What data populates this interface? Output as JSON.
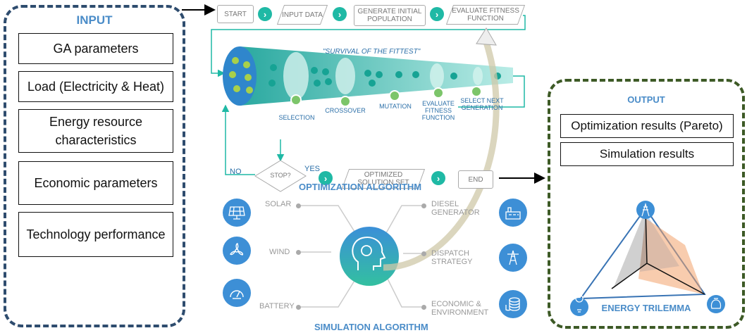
{
  "input": {
    "title": "INPUT",
    "items": [
      "GA parameters",
      "Load (Electricity & Heat)",
      "Energy resource characteristics",
      "Economic parameters",
      "Technology performance"
    ]
  },
  "output": {
    "title": "OUTPUT",
    "items": [
      "Optimization results (Pareto)",
      "Simulation results"
    ],
    "trilemma_label": "ENERGY TRILEMMA"
  },
  "flow": {
    "start": "START",
    "input_data": "INPUT DATA",
    "generate": "GENERATE INITIAL POPULATION",
    "evaluate": "EVALUATE FITNESS FUNCTION",
    "survival": "\"SURVIVAL OF THE FITTEST\"",
    "stages": [
      "SELECTION",
      "CROSSOVER",
      "MUTATION",
      "EVALUATE FITNESS FUNCTION",
      "SELECT NEXT GENERATION"
    ],
    "no": "NO",
    "yes": "YES",
    "stop": "STOP?",
    "optimized": "OPTIMIZED SOLUTION SET",
    "end": "END"
  },
  "optimization_title": "OPTIMIZATION ALGORITHM",
  "simulation": {
    "title": "SIMULATION ALGORITHM",
    "left": [
      "SOLAR",
      "WIND",
      "BATTERY"
    ],
    "right": [
      "DIESEL GENERATOR",
      "DISPATCH STRATEGY",
      "ECONOMIC & ENVIRONMENT"
    ],
    "icons_left": [
      "solar-panel-icon",
      "wind-turbine-icon",
      "battery-gauge-icon"
    ],
    "icons_right": [
      "factory-icon",
      "power-tower-icon",
      "coin-stack-icon"
    ]
  },
  "colors": {
    "input_border": "#2e4c6e",
    "output_border": "#3d5a26",
    "accent_blue": "#4a8cc8",
    "teal": "#1fb9a5",
    "icon_blue": "#3d8fd6",
    "orange_area": "#f2a36b",
    "blue_area": "#8fbbe6"
  }
}
